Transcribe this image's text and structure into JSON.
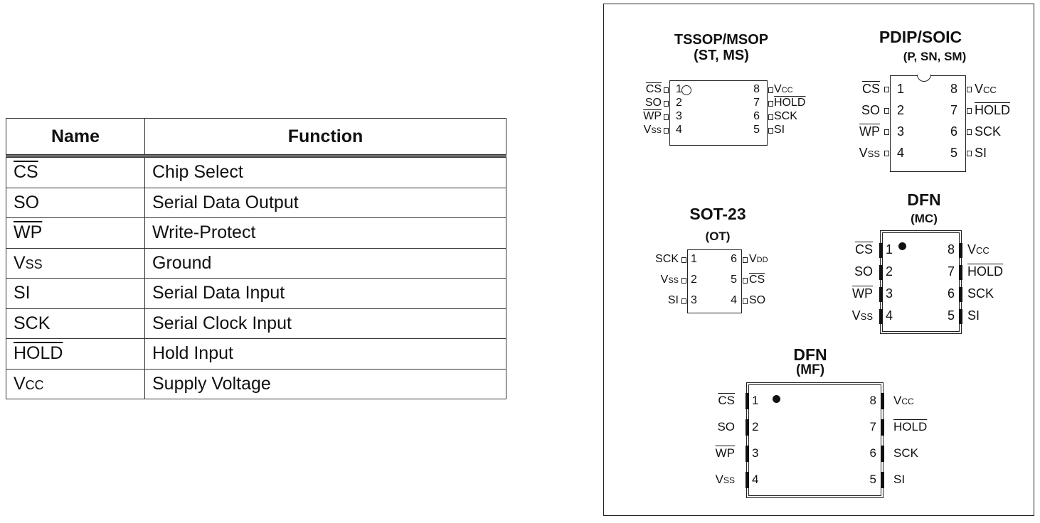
{
  "table": {
    "headers": [
      "Name",
      "Function"
    ],
    "rows": [
      {
        "name": "CS",
        "function": "Chip Select"
      },
      {
        "name": "SO",
        "function": "Serial Data Output"
      },
      {
        "name": "WP",
        "function": "Write-Protect"
      },
      {
        "name": "Vss",
        "function": "Ground"
      },
      {
        "name": "SI",
        "function": "Serial Data Input"
      },
      {
        "name": "SCK",
        "function": "Serial Clock Input"
      },
      {
        "name": "HOLD",
        "function": "Hold Input"
      },
      {
        "name": "Vcc",
        "function": "Supply Voltage"
      }
    ]
  },
  "packages": {
    "tssop": {
      "title": "TSSOP/MSOP",
      "subtitle": "(ST, MS)",
      "left": [
        {
          "n": "1",
          "s": "CS"
        },
        {
          "n": "2",
          "s": "SO"
        },
        {
          "n": "3",
          "s": "WP"
        },
        {
          "n": "4",
          "s": "Vss"
        }
      ],
      "right": [
        {
          "n": "8",
          "s": "Vcc"
        },
        {
          "n": "7",
          "s": "HOLD"
        },
        {
          "n": "6",
          "s": "SCK"
        },
        {
          "n": "5",
          "s": "SI"
        }
      ]
    },
    "pdip": {
      "title": "PDIP/SOIC",
      "subtitle": "(P, SN, SM)",
      "left": [
        {
          "n": "1",
          "s": "CS"
        },
        {
          "n": "2",
          "s": "SO"
        },
        {
          "n": "3",
          "s": "WP"
        },
        {
          "n": "4",
          "s": "Vss"
        }
      ],
      "right": [
        {
          "n": "8",
          "s": "Vcc"
        },
        {
          "n": "7",
          "s": "HOLD"
        },
        {
          "n": "6",
          "s": "SCK"
        },
        {
          "n": "5",
          "s": "SI"
        }
      ]
    },
    "sot23": {
      "title": "SOT-23",
      "subtitle": "(OT)",
      "left": [
        {
          "n": "1",
          "s": "SCK"
        },
        {
          "n": "2",
          "s": "Vss"
        },
        {
          "n": "3",
          "s": "SI"
        }
      ],
      "right": [
        {
          "n": "6",
          "s": "Vdd"
        },
        {
          "n": "5",
          "s": "CS"
        },
        {
          "n": "4",
          "s": "SO"
        }
      ]
    },
    "dfn_mc": {
      "title": "DFN",
      "subtitle": "(MC)",
      "left": [
        {
          "n": "1",
          "s": "CS"
        },
        {
          "n": "2",
          "s": "SO"
        },
        {
          "n": "3",
          "s": "WP"
        },
        {
          "n": "4",
          "s": "Vss"
        }
      ],
      "right": [
        {
          "n": "8",
          "s": "Vcc"
        },
        {
          "n": "7",
          "s": "HOLD"
        },
        {
          "n": "6",
          "s": "SCK"
        },
        {
          "n": "5",
          "s": "SI"
        }
      ]
    },
    "dfn_mf": {
      "title": "DFN",
      "subtitle": "(MF)",
      "left": [
        {
          "n": "1",
          "s": "CS"
        },
        {
          "n": "2",
          "s": "SO"
        },
        {
          "n": "3",
          "s": "WP"
        },
        {
          "n": "4",
          "s": "Vss"
        }
      ],
      "right": [
        {
          "n": "8",
          "s": "Vcc"
        },
        {
          "n": "7",
          "s": "HOLD"
        },
        {
          "n": "6",
          "s": "SCK"
        },
        {
          "n": "5",
          "s": "SI"
        }
      ]
    }
  }
}
